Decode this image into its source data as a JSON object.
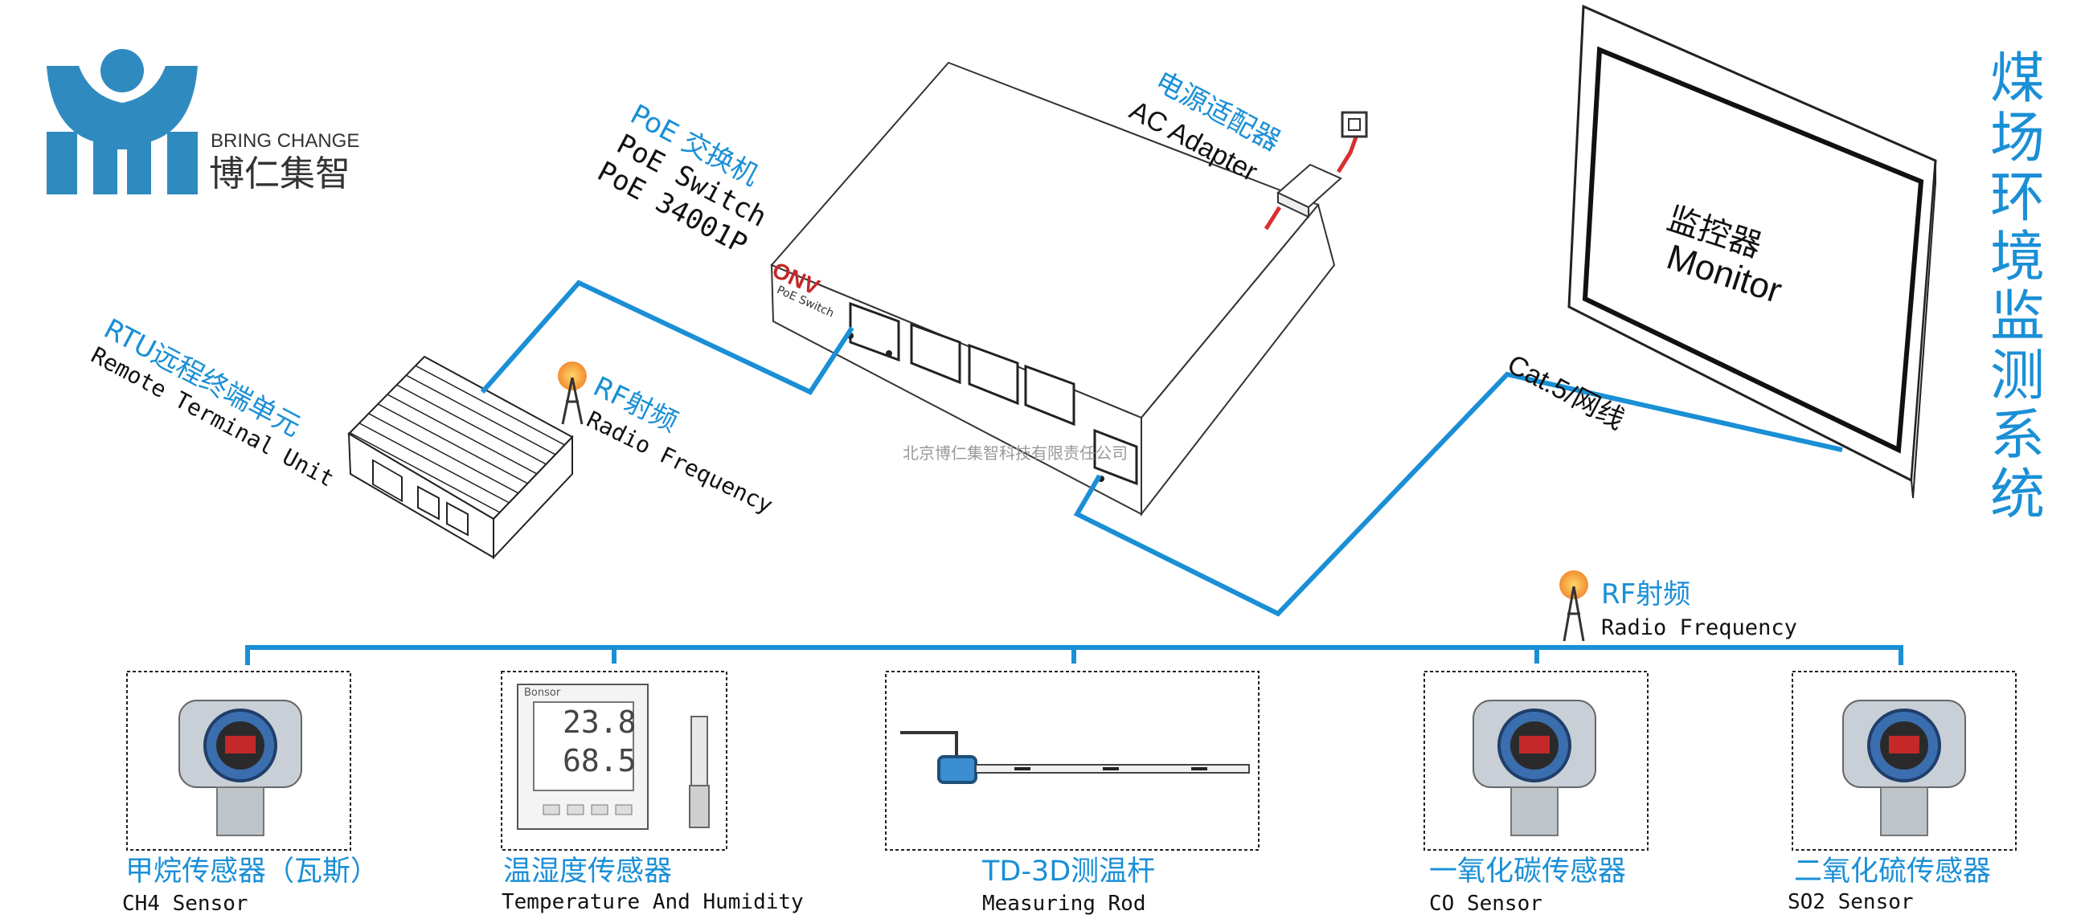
{
  "logo": {
    "brand_en": "BRING CHANGE",
    "brand_cn": "博仁集智",
    "color": "#2f8bbf"
  },
  "title_vertical": "煤场环境监测系统",
  "watermark": "北京博仁集智科技有限责任公司",
  "devices": {
    "poe_switch": {
      "label_cn": "PoE 交换机",
      "label_en": "PoE Switch",
      "model": "PoE 34001P",
      "brand": "ONV",
      "panel_text": "PoE Switch"
    },
    "ac_adapter": {
      "label_cn": "电源适配器",
      "label_en": "AC Adapter"
    },
    "monitor": {
      "label_cn": "监控器",
      "label_en": "Monitor"
    },
    "rtu": {
      "label_cn": "RTU远程终端单元",
      "label_en": "Remote Terminal Unit"
    },
    "rf_top": {
      "label_cn": "RF射频",
      "label_en": "Radio Frequency"
    },
    "rf_bus": {
      "label_cn": "RF射频",
      "label_en": "Radio Frequency"
    },
    "cable": {
      "label": "Cat.5/网线"
    }
  },
  "sensors": [
    {
      "label_cn": "甲烷传感器（瓦斯）",
      "label_en": "CH4 Sensor"
    },
    {
      "label_cn": "温湿度传感器",
      "label_en": "Temperature And Humidity",
      "readout_temp": "23.8",
      "readout_hum": "68.5",
      "brand": "Bonsor"
    },
    {
      "label_cn": "TD-3D测温杆",
      "label_en": "Measuring Rod"
    },
    {
      "label_cn": "一氧化碳传感器",
      "label_en": "CO Sensor"
    },
    {
      "label_cn": "二氧化硫传感器",
      "label_en": "SO2 Sensor"
    }
  ],
  "colors": {
    "accent": "#1a8fd6",
    "line": "#1a8fd6",
    "power_cable": "#d93030"
  }
}
